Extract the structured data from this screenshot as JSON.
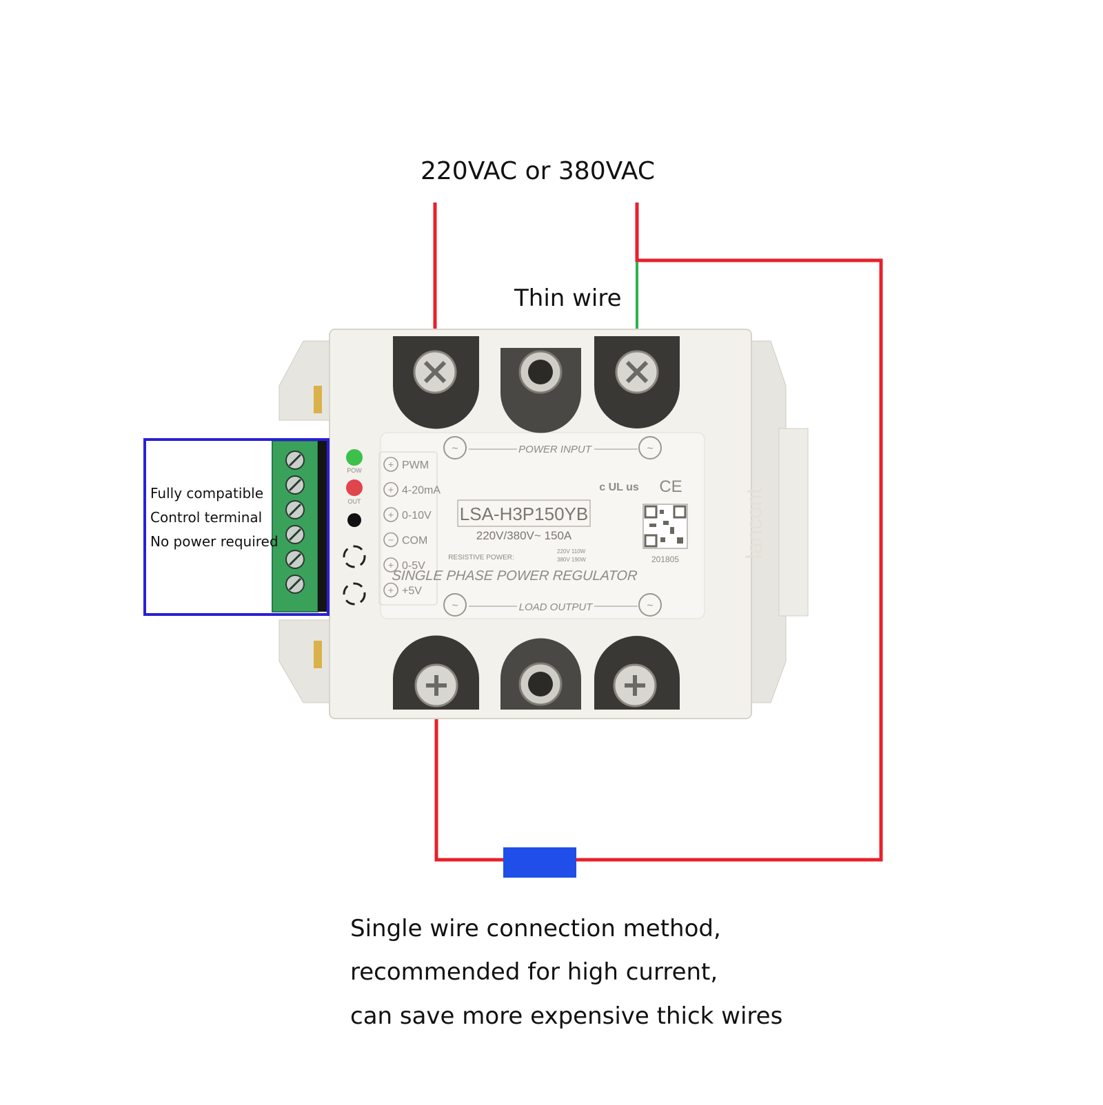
{
  "header": {
    "supply_label": "220VAC or 380VAC"
  },
  "wires": {
    "thin_wire_label": "Thin wire"
  },
  "control_terminal": {
    "notes": [
      "Fully compatible",
      "Control terminal",
      "No power required"
    ]
  },
  "device": {
    "power_input_label": "POWER INPUT",
    "load_output_label": "LOAD OUTPUT",
    "model": "LSA-H3P150YB",
    "rating": "220V/380V~ 150A",
    "resistive_power_label": "RESISTIVE POWER:",
    "resistive_power_220": "220V 110W",
    "resistive_power_380": "380V 190W",
    "type_label": "SINGLE PHASE POWER REGULATOR",
    "date_code": "201805",
    "brand_vertical": "lancont",
    "led_pow_label": "POW",
    "led_out_label": "OUT",
    "inputs": [
      "PWM",
      "4-20mA",
      "0-10V",
      "COM",
      "0-5V",
      "+5V"
    ],
    "input_signs": [
      "+",
      "+",
      "+",
      "−",
      "+",
      "+"
    ],
    "ul_mark": "c UL us",
    "ce_mark": "CE"
  },
  "footer": {
    "lines": [
      "Single wire connection method,",
      "recommended for high current,",
      "can save more expensive thick wires"
    ]
  },
  "colors": {
    "wire_red": "#e8202a",
    "wire_green": "#2db24a",
    "terminal_block_green": "#3aa15a",
    "highlight_blue": "#2a1fd6",
    "ct_blue": "#1f4fe8",
    "body_white": "#f3f1ec"
  },
  "icons": [
    "screw-terminal-icon",
    "mounting-hole-icon",
    "led-pow-icon",
    "led-out-icon",
    "qr-code-icon",
    "ul-mark-icon",
    "ce-mark-icon",
    "current-transformer-icon"
  ]
}
